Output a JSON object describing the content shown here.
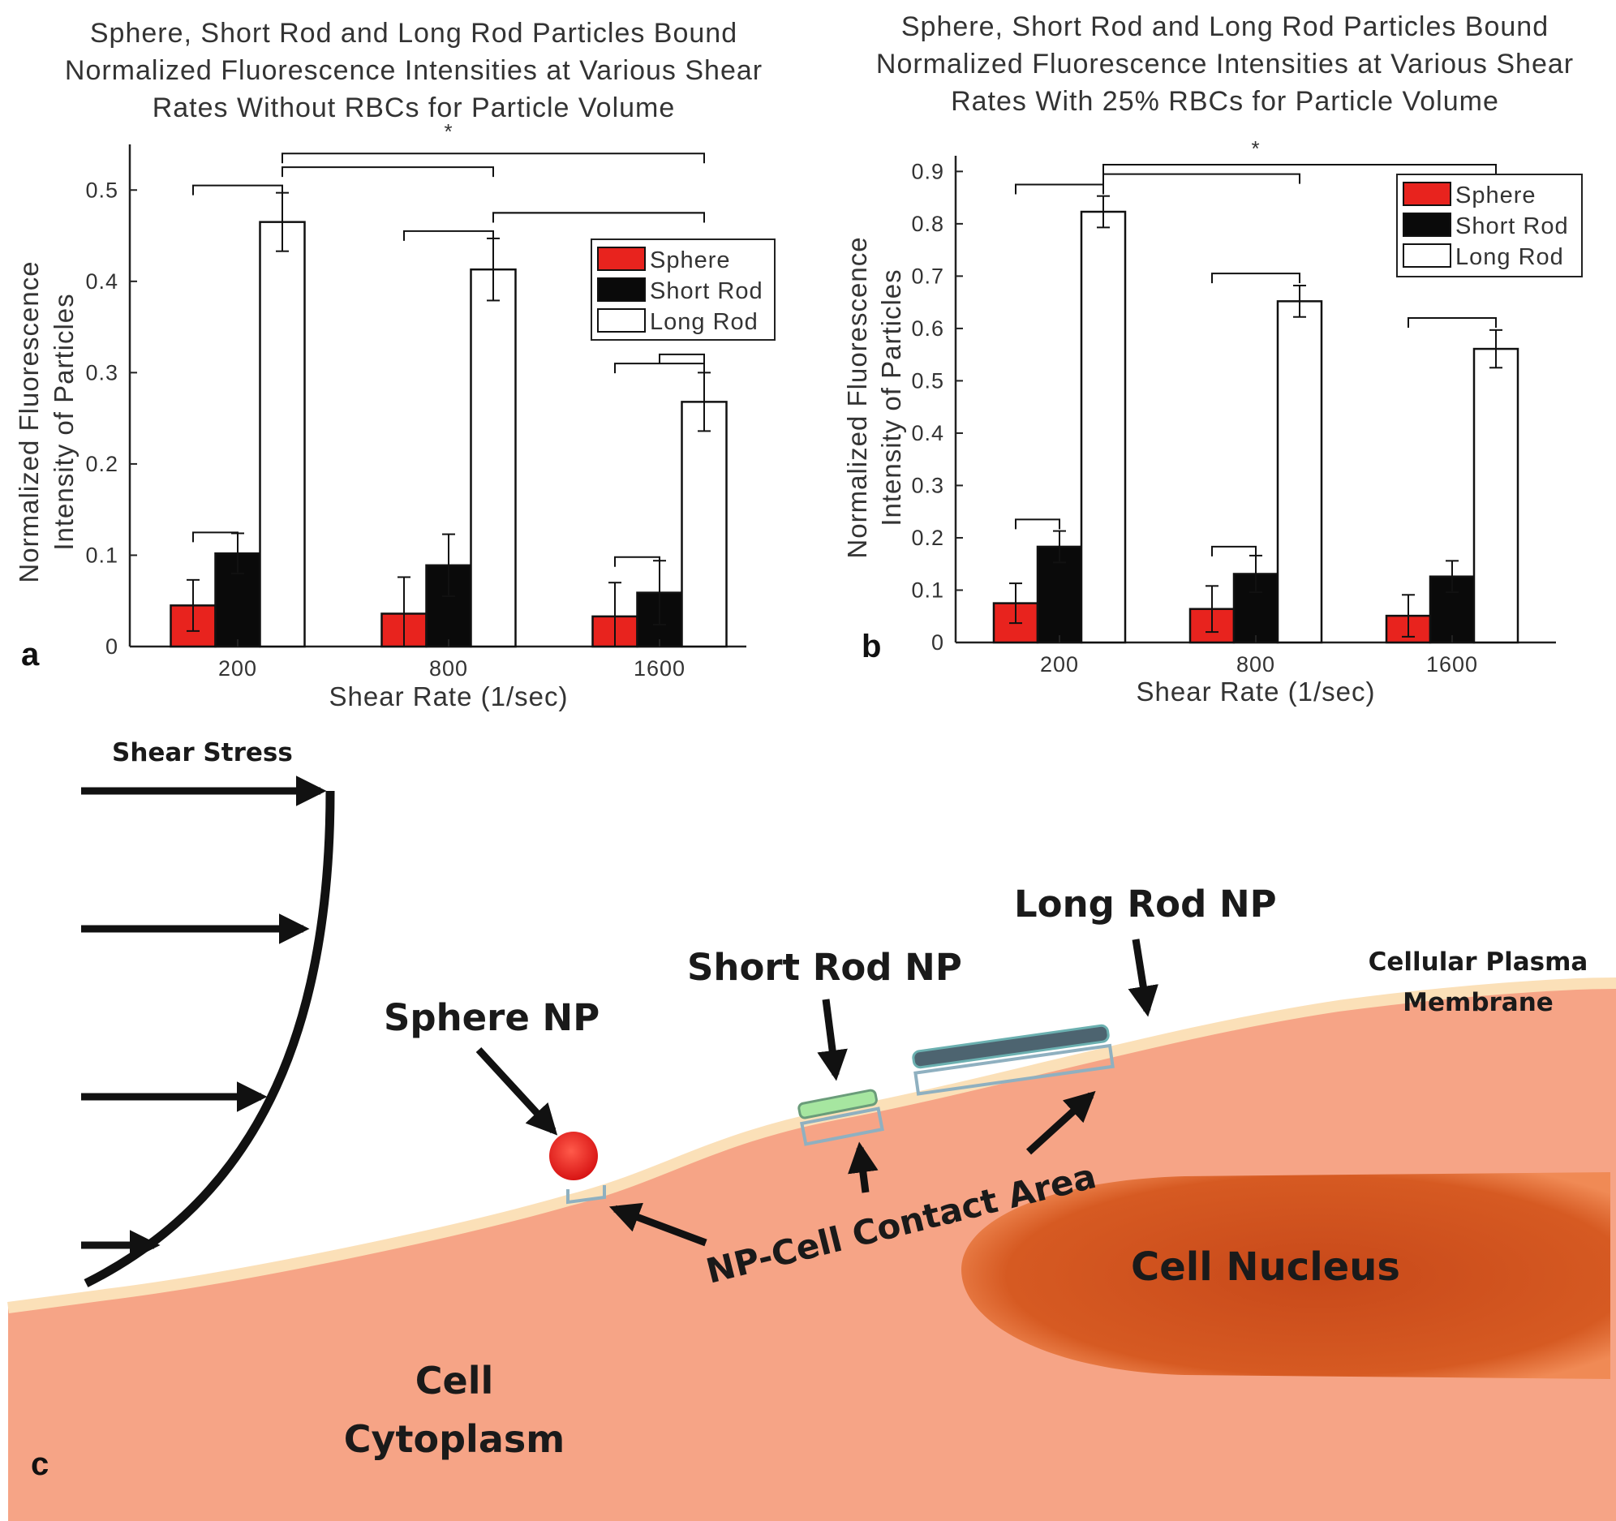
{
  "chart_data": [
    {
      "type": "bar",
      "panel_label": "a",
      "title": [
        "Sphere, Short Rod and Long Rod Particles Bound",
        "Normalized Fluorescence Intensities at Various Shear",
        "Rates Without RBCs for Particle Volume"
      ],
      "xlabel": "Shear Rate (1/sec)",
      "ylabel": [
        "Normalized Fluorescence",
        "Intensity of Particles"
      ],
      "categories": [
        "200",
        "800",
        "1600"
      ],
      "ylim": [
        0,
        0.55
      ],
      "yticks": [
        0,
        0.1,
        0.2,
        0.3,
        0.4,
        0.5
      ],
      "ytick_labels": [
        "0",
        "0.1",
        "0.2",
        "0.3",
        "0.4",
        "0.5"
      ],
      "legend_position": "upper-right",
      "series": [
        {
          "name": "Sphere",
          "color": "#e8231e",
          "values": [
            0.045,
            0.036,
            0.033
          ],
          "errors": [
            0.028,
            0.04,
            0.037
          ]
        },
        {
          "name": "Short Rod",
          "color": "#0a0a0a",
          "values": [
            0.102,
            0.089,
            0.059
          ],
          "errors": [
            0.022,
            0.034,
            0.035
          ]
        },
        {
          "name": "Long Rod",
          "color": "#ffffff",
          "values": [
            0.465,
            0.413,
            0.268
          ],
          "errors": [
            0.032,
            0.034,
            0.032
          ]
        }
      ],
      "significance_marker": "*"
    },
    {
      "type": "bar",
      "panel_label": "b",
      "title": [
        "Sphere, Short Rod and Long Rod Particles Bound",
        "Normalized Fluorescence Intensities at Various Shear",
        "Rates With 25% RBCs for Particle Volume"
      ],
      "xlabel": "Shear Rate (1/sec)",
      "ylabel": [
        "Normalized Fluorescence",
        "Intensity of Particles"
      ],
      "categories": [
        "200",
        "800",
        "1600"
      ],
      "ylim": [
        0,
        0.93
      ],
      "yticks": [
        0,
        0.1,
        0.2,
        0.3,
        0.4,
        0.5,
        0.6,
        0.7,
        0.8,
        0.9
      ],
      "ytick_labels": [
        "0",
        "0.1",
        "0.2",
        "0.3",
        "0.4",
        "0.5",
        "0.6",
        "0.7",
        "0.8",
        "0.9"
      ],
      "legend_position": "upper-right",
      "series": [
        {
          "name": "Sphere",
          "color": "#e8231e",
          "values": [
            0.075,
            0.064,
            0.051
          ],
          "errors": [
            0.038,
            0.044,
            0.04
          ]
        },
        {
          "name": "Short Rod",
          "color": "#0a0a0a",
          "values": [
            0.183,
            0.131,
            0.126
          ],
          "errors": [
            0.03,
            0.035,
            0.03
          ]
        },
        {
          "name": "Long Rod",
          "color": "#ffffff",
          "values": [
            0.823,
            0.652,
            0.561
          ],
          "errors": [
            0.03,
            0.03,
            0.036
          ]
        }
      ],
      "significance_marker": "*"
    }
  ],
  "diagram": {
    "panel_label": "c",
    "shear_stress_label": "Shear Stress",
    "sphere_label": "Sphere NP",
    "short_rod_label": "Short Rod NP",
    "long_rod_label": "Long Rod NP",
    "membrane_label": [
      "Cellular Plasma",
      "Membrane"
    ],
    "contact_label": "NP-Cell Contact Area",
    "nucleus_label": "Cell Nucleus",
    "cytoplasm_label": [
      "Cell",
      "Cytoplasm"
    ],
    "colors": {
      "cytoplasm": "#f6a486",
      "nucleus": "#d3521d",
      "sphere": "#e01b1b",
      "short_rod": "#a6e6a0",
      "long_rod": "#4d6470",
      "contact_outline": "#8fb0c0"
    }
  }
}
